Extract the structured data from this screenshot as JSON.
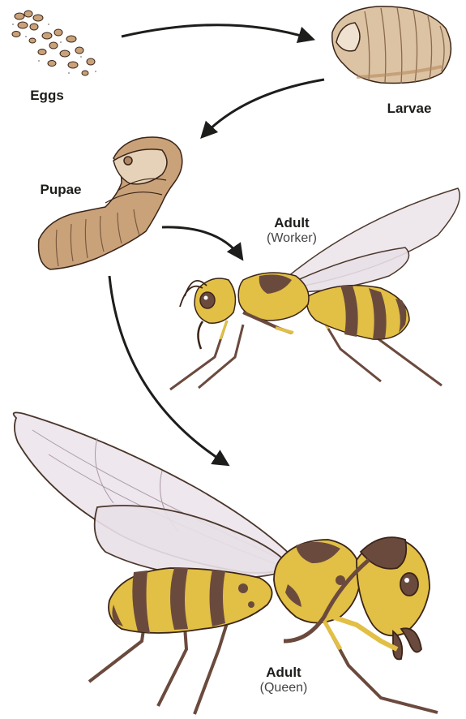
{
  "stages": [
    {
      "id": "eggs",
      "title": "Eggs",
      "subtitle": ""
    },
    {
      "id": "larvae",
      "title": "Larvae",
      "subtitle": ""
    },
    {
      "id": "pupae",
      "title": "Pupae",
      "subtitle": ""
    },
    {
      "id": "worker",
      "title": "Adult",
      "subtitle": "(Worker)"
    },
    {
      "id": "queen",
      "title": "Adult",
      "subtitle": "(Queen)"
    }
  ],
  "colors": {
    "outline": "#3a2418",
    "egg": "#c9a27a",
    "larva": "#dcc3a3",
    "pupa": "#c9a27a",
    "wasp_yellow": "#e2bf45",
    "wasp_brown": "#6b4a3e",
    "wing": "#ede6ec",
    "arrow": "#1d1d1b"
  },
  "icons": [
    "egg-cluster",
    "larva-illustration",
    "pupa-illustration",
    "worker-wasp-illustration",
    "queen-wasp-illustration",
    "arrow"
  ]
}
